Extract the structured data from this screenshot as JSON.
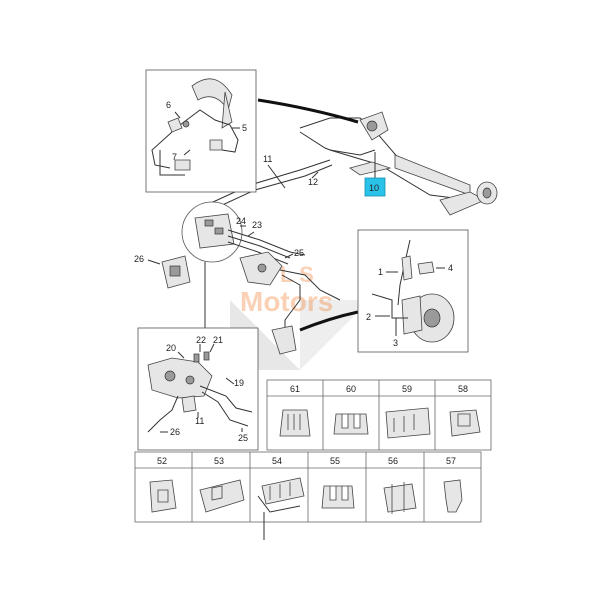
{
  "callouts": {
    "c1": "1",
    "c2": "2",
    "c3": "3",
    "c4": "4",
    "c5": "5",
    "c6": "6",
    "c7": "7",
    "c10": "10",
    "c11": "11",
    "c12": "12",
    "c19": "19",
    "c20": "20",
    "c21": "21",
    "c22": "22",
    "c23": "23",
    "c24": "24",
    "c25a": "25",
    "c25b": "25",
    "c26a": "26",
    "c26b": "26",
    "c11b": "11"
  },
  "highlight_color": "#29c2e8",
  "watermark": {
    "line1": "B L S",
    "line2": "Motors",
    "color": "#f07a2a"
  },
  "parts_row1": [
    "61",
    "60",
    "59",
    "58"
  ],
  "parts_row2": [
    "52",
    "53",
    "54",
    "55",
    "56",
    "57"
  ]
}
